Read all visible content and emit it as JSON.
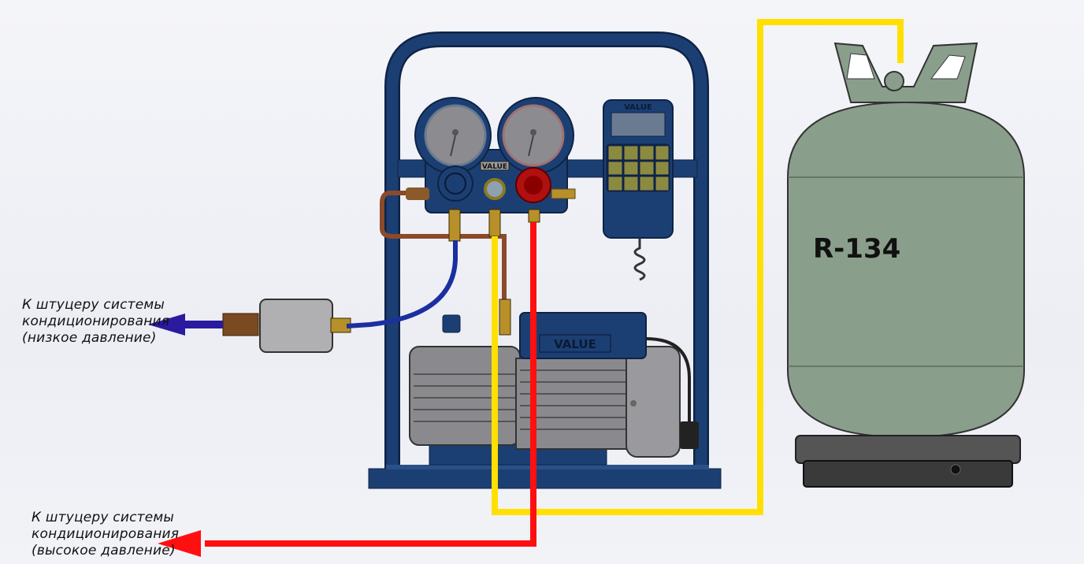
{
  "labels": {
    "low_pressure": [
      "К штуцеру системы",
      "кондиционирования",
      "(низкое давление)"
    ],
    "high_pressure": [
      "К штуцеру системы",
      "кондиционирования",
      "(высокое давление)"
    ]
  },
  "cylinder": {
    "refrigerant": "R-134"
  },
  "manifold": {
    "brand": "VALUE"
  },
  "scale_controller": {
    "brand": "VALUE"
  },
  "pump": {
    "brand": "VALUE"
  },
  "colors": {
    "frame": "#1c3f73",
    "low_hose": "#1b2fa0",
    "high_hose": "#ff1010",
    "charge_hose": "#ffe000",
    "cylinder": "#8a9e8c",
    "low_arrow": "#2a1aa0",
    "high_arrow": "#ff1010"
  }
}
